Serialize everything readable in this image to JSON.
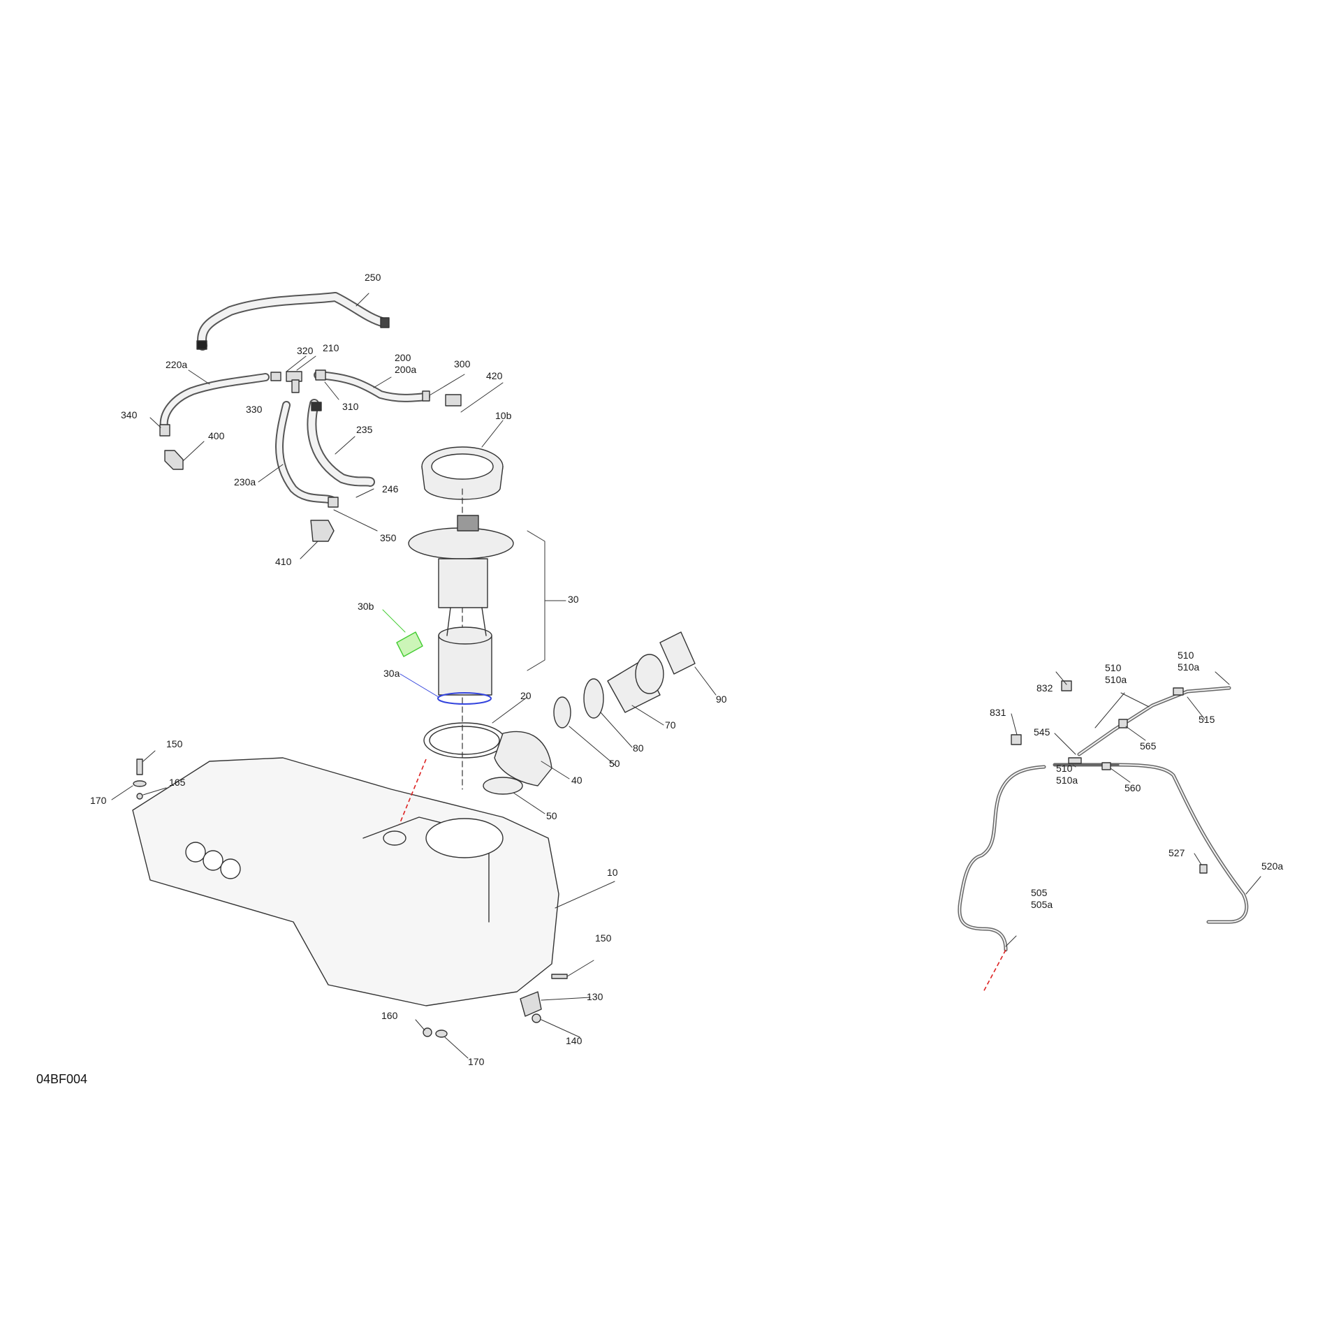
{
  "diagram": {
    "code": "04BF004",
    "callouts": [
      {
        "id": "c250",
        "lines": [
          "250"
        ]
      },
      {
        "id": "c320",
        "lines": [
          "320"
        ]
      },
      {
        "id": "c210",
        "lines": [
          "210"
        ]
      },
      {
        "id": "c200",
        "lines": [
          "200",
          "200a"
        ]
      },
      {
        "id": "c300",
        "lines": [
          "300"
        ]
      },
      {
        "id": "c420",
        "lines": [
          "420"
        ]
      },
      {
        "id": "c220a",
        "lines": [
          "220a"
        ]
      },
      {
        "id": "c330",
        "lines": [
          "330"
        ]
      },
      {
        "id": "c310",
        "lines": [
          "310"
        ]
      },
      {
        "id": "c340",
        "lines": [
          "340"
        ]
      },
      {
        "id": "c400",
        "lines": [
          "400"
        ]
      },
      {
        "id": "c10b",
        "lines": [
          "10b"
        ]
      },
      {
        "id": "c235",
        "lines": [
          "235"
        ]
      },
      {
        "id": "c230a",
        "lines": [
          "230a"
        ]
      },
      {
        "id": "c246",
        "lines": [
          "246"
        ]
      },
      {
        "id": "c350",
        "lines": [
          "350"
        ]
      },
      {
        "id": "c410",
        "lines": [
          "410"
        ]
      },
      {
        "id": "c30",
        "lines": [
          "30"
        ]
      },
      {
        "id": "c30b",
        "lines": [
          "30b"
        ]
      },
      {
        "id": "c30a",
        "lines": [
          "30a"
        ]
      },
      {
        "id": "c20",
        "lines": [
          "20"
        ]
      },
      {
        "id": "c90",
        "lines": [
          "90"
        ]
      },
      {
        "id": "c70",
        "lines": [
          "70"
        ]
      },
      {
        "id": "c80",
        "lines": [
          "80"
        ]
      },
      {
        "id": "c50a",
        "lines": [
          "50"
        ]
      },
      {
        "id": "c40",
        "lines": [
          "40"
        ]
      },
      {
        "id": "c50b",
        "lines": [
          "50"
        ]
      },
      {
        "id": "c150a",
        "lines": [
          "150"
        ]
      },
      {
        "id": "c165",
        "lines": [
          "165"
        ]
      },
      {
        "id": "c170a",
        "lines": [
          "170"
        ]
      },
      {
        "id": "c10",
        "lines": [
          "10"
        ]
      },
      {
        "id": "c150b",
        "lines": [
          "150"
        ]
      },
      {
        "id": "c130",
        "lines": [
          "130"
        ]
      },
      {
        "id": "c160",
        "lines": [
          "160"
        ]
      },
      {
        "id": "c140",
        "lines": [
          "140"
        ]
      },
      {
        "id": "c170b",
        "lines": [
          "170"
        ]
      },
      {
        "id": "c510top",
        "lines": [
          "510",
          "510a"
        ]
      },
      {
        "id": "c510mid",
        "lines": [
          "510",
          "510a"
        ]
      },
      {
        "id": "c832",
        "lines": [
          "832"
        ]
      },
      {
        "id": "c831",
        "lines": [
          "831"
        ]
      },
      {
        "id": "c545",
        "lines": [
          "545"
        ]
      },
      {
        "id": "c515",
        "lines": [
          "515"
        ]
      },
      {
        "id": "c565",
        "lines": [
          "565"
        ]
      },
      {
        "id": "c510low",
        "lines": [
          "510",
          "510a"
        ]
      },
      {
        "id": "c560",
        "lines": [
          "560"
        ]
      },
      {
        "id": "c527",
        "lines": [
          "527"
        ]
      },
      {
        "id": "c520a",
        "lines": [
          "520a"
        ]
      },
      {
        "id": "c505",
        "lines": [
          "505",
          "505a"
        ]
      }
    ]
  }
}
